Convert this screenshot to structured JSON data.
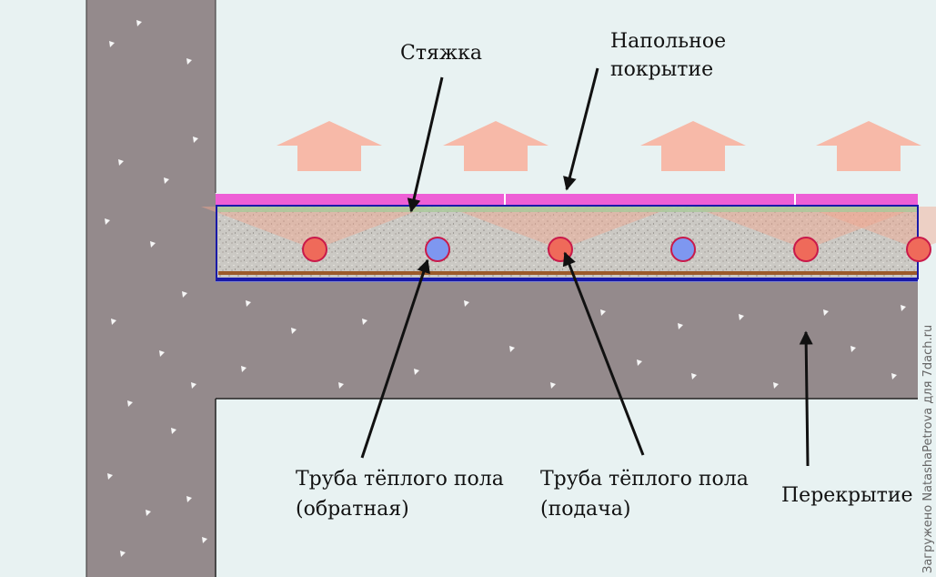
{
  "labels": {
    "screed": "Стяжка",
    "floor_covering_line1": "Напольное",
    "floor_covering_line2": "покрытие",
    "return_pipe_line1": "Труба тёплого пола",
    "return_pipe_line2": "(обратная)",
    "supply_pipe_line1": "Труба тёплого пола",
    "supply_pipe_line2": "(подача)",
    "slab": "Перекрытие"
  },
  "watermark": "Загружено NatashaPetrova для 7dach.ru",
  "colors": {
    "background": "#e8f2f2",
    "concrete": "#948a8c",
    "screed": "#c9c7c2",
    "floor_covering": "#ee5fd6",
    "heat_arrows": "#f7b9a8",
    "supply_pipe": "#ef6a5a",
    "return_pipe": "#7e97f0",
    "insulation_border": "#1a1aa8",
    "damper_strip": "#9c5a2a"
  },
  "pipes": [
    "supply",
    "return",
    "supply",
    "return",
    "supply",
    "supply"
  ]
}
